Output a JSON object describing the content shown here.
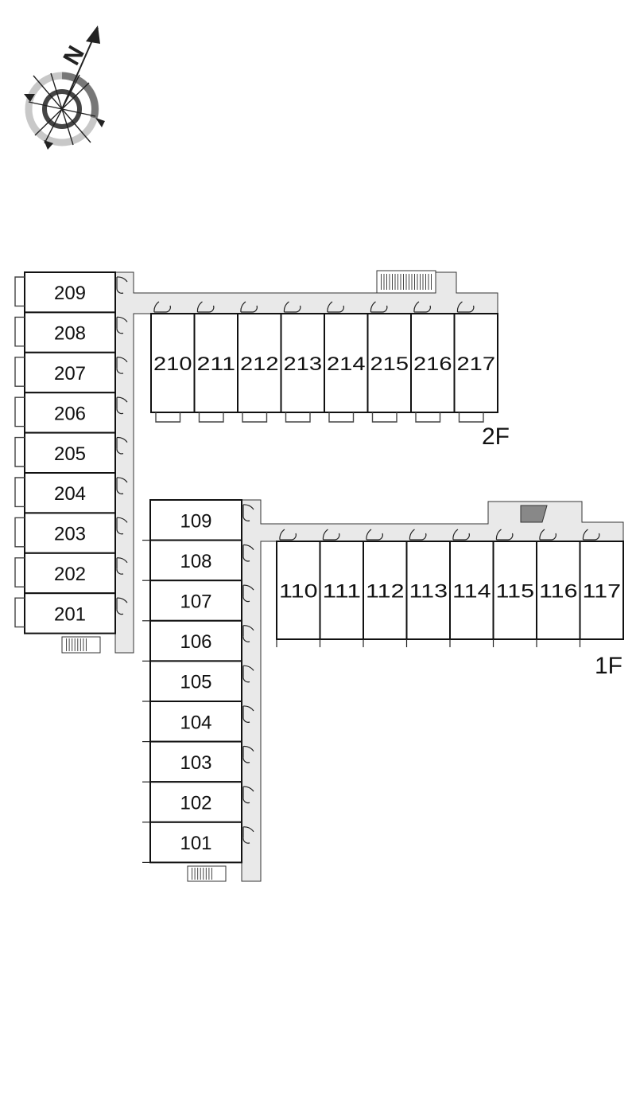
{
  "compass": {
    "label": "N"
  },
  "floors": {
    "second": {
      "label": "2F",
      "west_wing": [
        "209",
        "208",
        "207",
        "206",
        "205",
        "204",
        "203",
        "202",
        "201"
      ],
      "north_wing": [
        "210",
        "211",
        "212",
        "213",
        "214",
        "215",
        "216",
        "217"
      ]
    },
    "first": {
      "label": "1F",
      "west_wing": [
        "109",
        "108",
        "107",
        "106",
        "105",
        "104",
        "103",
        "102",
        "101"
      ],
      "north_wing": [
        "110",
        "111",
        "112",
        "113",
        "114",
        "115",
        "116",
        "117"
      ]
    }
  }
}
